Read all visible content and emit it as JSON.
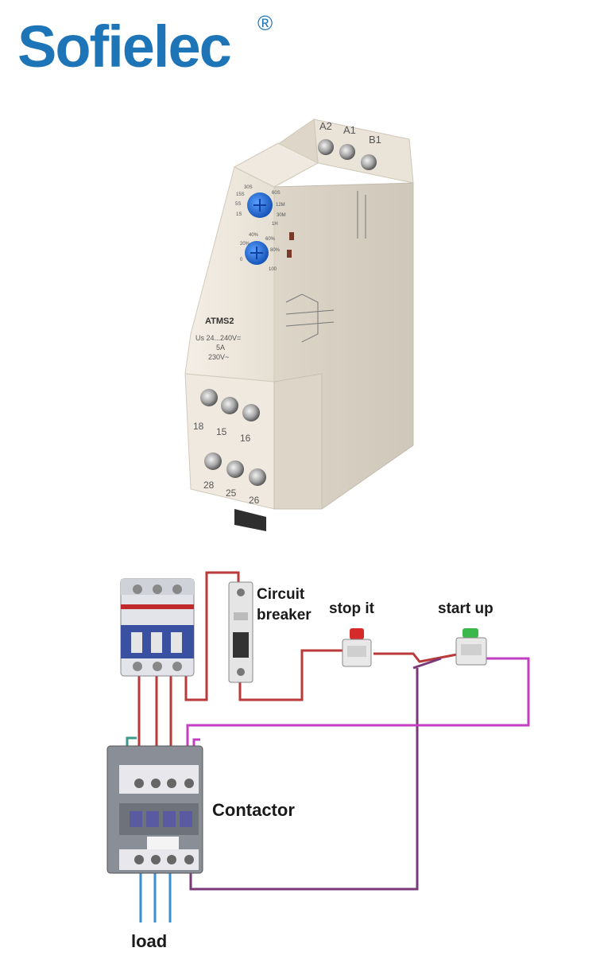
{
  "brand": {
    "logo_text": "Sofielec",
    "registered_mark": "®",
    "logo_color": "#1d75b8"
  },
  "product": {
    "model": "ATMS2",
    "rating_line1": "Us 24...240V=",
    "rating_line2": "5A",
    "rating_line3": "230V~",
    "top_terminals": [
      "A2",
      "A1",
      "B1"
    ],
    "middle_terminals": [
      "18",
      "15",
      "16"
    ],
    "bottom_terminals": [
      "28",
      "25",
      "26"
    ],
    "dial1_labels": [
      "30S",
      "60S",
      "15S",
      "12M",
      "5S",
      "30M",
      "1S",
      "1H"
    ],
    "dial2_labels": [
      "40%",
      "60%",
      "20%",
      "80%",
      "0",
      "100"
    ]
  },
  "diagram": {
    "circuit_breaker_label_1": "Circuit",
    "circuit_breaker_label_2": "breaker",
    "stop_label": "stop it",
    "start_label": "start up",
    "contactor_label": "Contactor",
    "load_label": "load",
    "colors": {
      "red_wire": "#b83a3a",
      "purple_wire": "#c23fc2",
      "dark_purple_wire": "#7a3a7a",
      "blue_wire": "#3a8fd0",
      "teal_wire": "#3a9a8a",
      "stop_button": "#d42a2a",
      "start_button": "#3ab84a"
    }
  }
}
